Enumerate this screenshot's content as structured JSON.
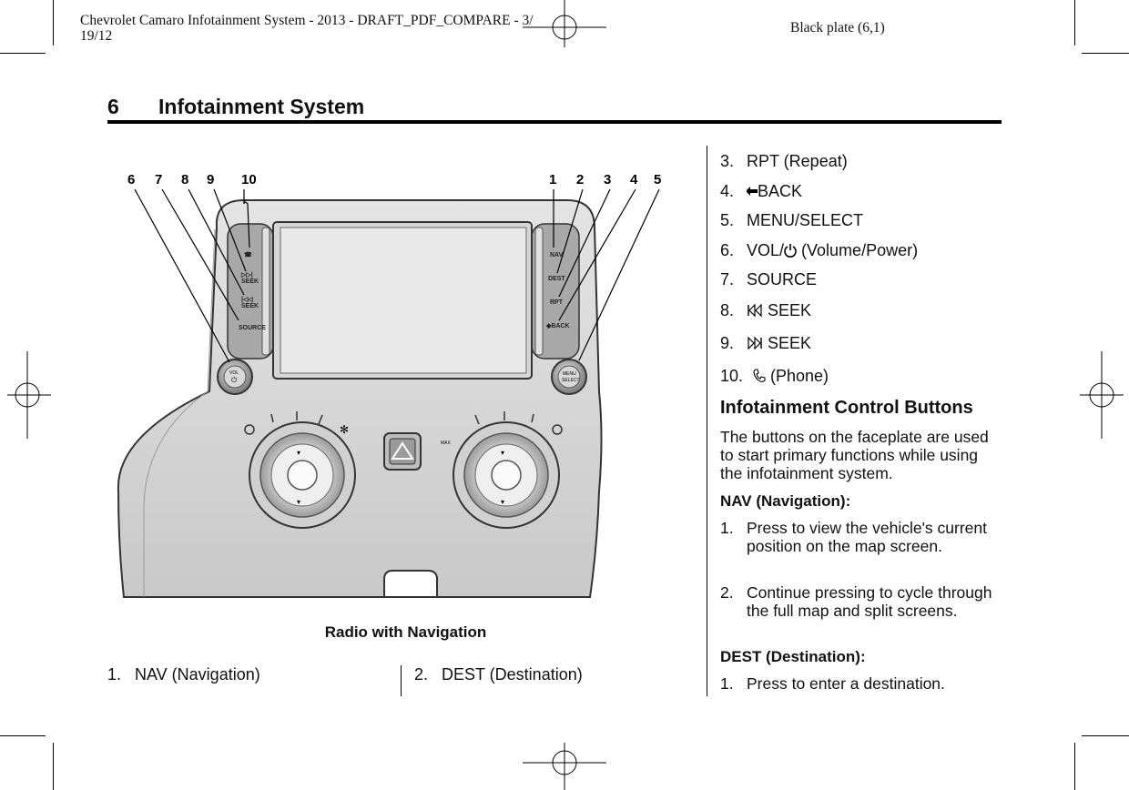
{
  "header": {
    "left_line1": "Chevrolet Camaro Infotainment System - 2013 - DRAFT_PDF_COMPARE - 3/",
    "left_line2": "19/12",
    "right": "Black plate (6,1)"
  },
  "section": {
    "number": "6",
    "title": "Infotainment System"
  },
  "figure": {
    "caption": "Radio with Navigation",
    "callouts": [
      "6",
      "7",
      "8",
      "9",
      "10",
      "1",
      "2",
      "3",
      "4",
      "5"
    ],
    "panel_labels": {
      "nav": "NAV",
      "dest": "DEST",
      "rpt": "RPT",
      "back": "BACK",
      "seek": "SEEK",
      "source": "SOURCE",
      "vol": "VOL",
      "menu": "MENU",
      "select": "SELECT",
      "max": "MAX"
    }
  },
  "left_list": [
    {
      "num": "1.",
      "text": "NAV (Navigation)"
    },
    {
      "num": "2.",
      "text": "DEST (Destination)"
    }
  ],
  "right_list": [
    {
      "num": "3.",
      "text": "RPT (Repeat)",
      "icon": ""
    },
    {
      "num": "4.",
      "text": "BACK",
      "icon": "back-arrow-icon"
    },
    {
      "num": "5.",
      "text": "MENU/SELECT",
      "icon": ""
    },
    {
      "num": "6.",
      "text": "VOL/",
      "text_after": " (Volume/Power)",
      "icon": "power-icon"
    },
    {
      "num": "7.",
      "text": "SOURCE",
      "icon": ""
    },
    {
      "num": "8.",
      "text": " SEEK",
      "icon": "seek-back-icon"
    },
    {
      "num": "9.",
      "text": " SEEK",
      "icon": "seek-forward-icon"
    },
    {
      "num": "10.",
      "text": " (Phone)",
      "icon": "phone-icon"
    }
  ],
  "control_buttons": {
    "heading": "Infotainment Control Buttons",
    "intro": "The buttons on the faceplate are used to start primary functions while using the infotainment system.",
    "nav_heading": "NAV (Navigation):",
    "nav_items": [
      {
        "num": "1.",
        "text": "Press to view the vehicle's current position on the map screen."
      },
      {
        "num": "2.",
        "text": "Continue pressing to cycle through the full map and split screens."
      }
    ],
    "dest_heading": "DEST (Destination):",
    "dest_items": [
      {
        "num": "1.",
        "text": "Press to enter a destination."
      }
    ]
  }
}
